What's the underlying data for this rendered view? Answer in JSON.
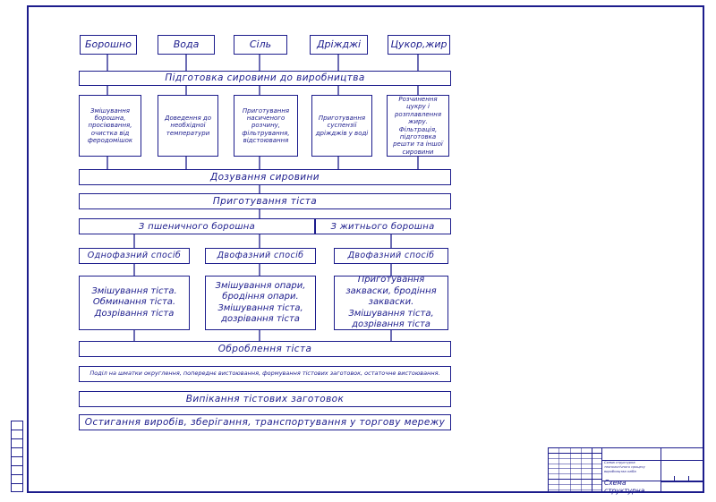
{
  "ingredients": [
    "Борошно",
    "Вода",
    "Сіль",
    "Дріжджі",
    "Цукор,жир"
  ],
  "preparation": "Підготовка сировини до виробництва",
  "prep_steps": [
    "Змішування борошна, просіювання, очистка від феродомішок",
    "Доведення до необхідної температури",
    "Приготування насиченого розчину, фільтрування, відстоювання",
    "Приготування суспензії дріжджів у воді",
    "Розчинення цукру і розплавлення жиру. Фільтрація, підготовка решти та іншої сировини"
  ],
  "dosing": "Дозування сировини",
  "dough": "Приготування тіста",
  "wheat_flour": "З пшеничного борошна",
  "rye_flour": "З житнього борошна",
  "methods": [
    "Однофазний спосіб",
    "Двофазний спосіб",
    "Двофазний спосіб"
  ],
  "method_details": [
    "Змішування тіста. Обминання тіста. Дозрівання тіста",
    "Змішування опари, бродіння опари. Змішування тіста, дозрівання тіста",
    "Приготування закваски, бродіння закваски. Змішування тіста, дозрівання тіста"
  ],
  "processing": "Оброблення тіста",
  "shaping": "Поділ на шматки округлення, попереднє вистоювання, формування тістових заготовок, остаточне вистоювання.",
  "baking": "Випікання тістових заготовок",
  "final": "Остигання виробів, зберігання, транспортування у торгову мережу",
  "title_block": {
    "description": "Схема структурна технологічного процесу виробництва хліба",
    "title": "Схема структурна"
  }
}
